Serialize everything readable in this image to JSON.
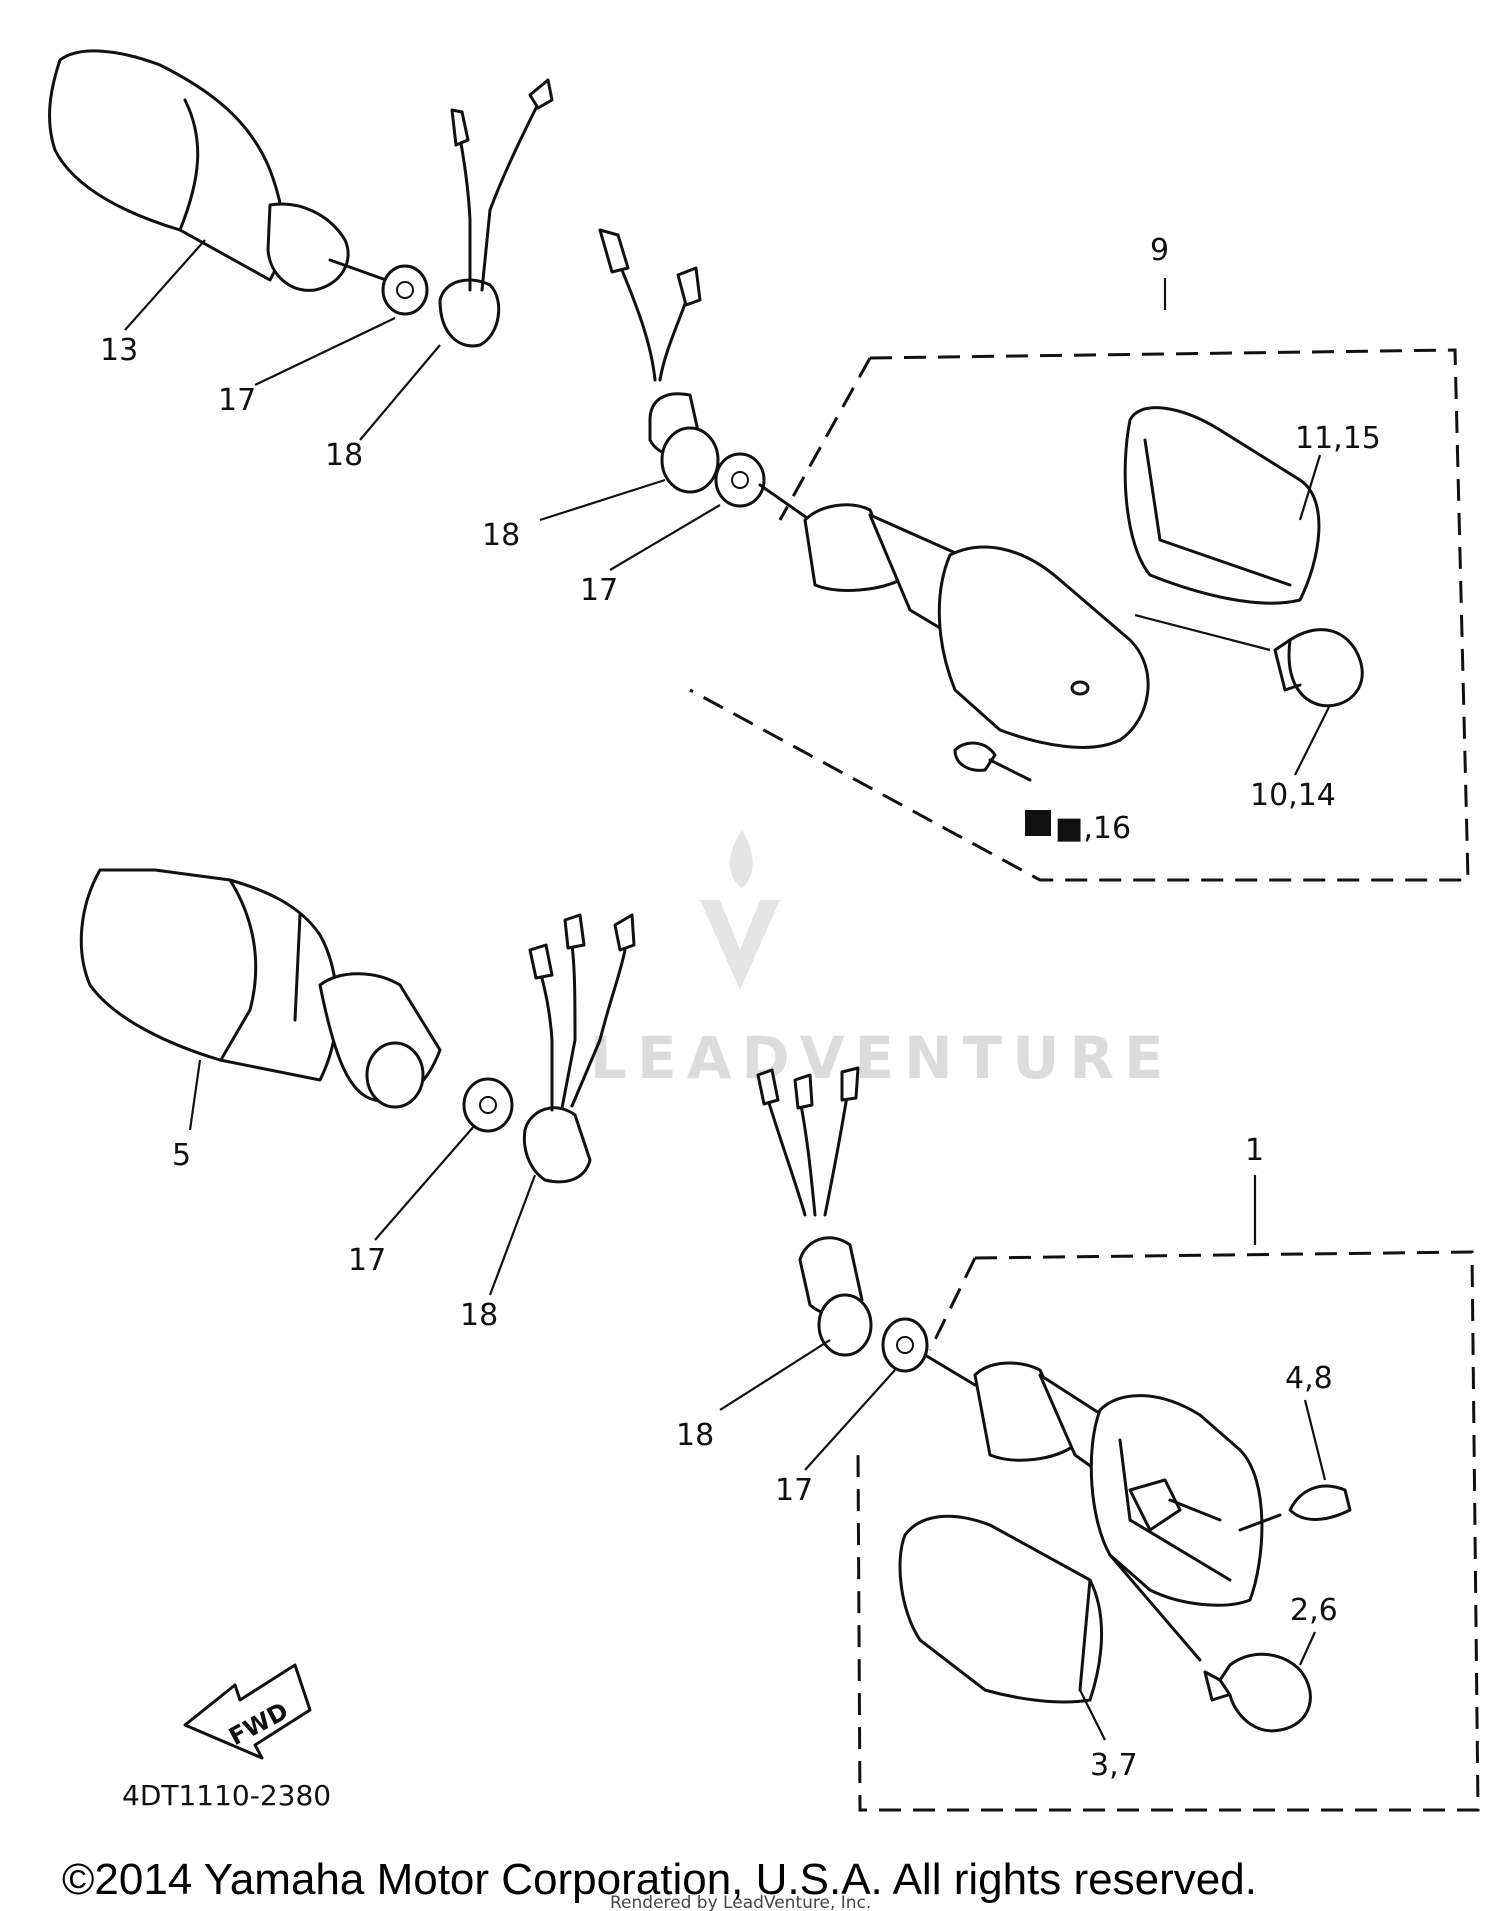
{
  "callouts": {
    "c13": "13",
    "c17a": "17",
    "c18a": "18",
    "c9": "9",
    "c11_15": "11,15",
    "c18b": "18",
    "c17b": "17",
    "c10_14": "10,14",
    "c12_16": "■,16",
    "c5": "5",
    "c17c": "17",
    "c18c": "18",
    "c1": "1",
    "c4_8": "4,8",
    "c18d": "18",
    "c17d": "17",
    "c2_6": "2,6",
    "c3_7": "3,7"
  },
  "fwd_label": "FWD",
  "diagram_code": "4DT1110-2380",
  "watermark": "LEADVENTURE",
  "copyright": "©2014 Yamaha Motor Corporation, U.S.A. All rights reserved.",
  "credit": "Rendered by LeadVenture, Inc."
}
